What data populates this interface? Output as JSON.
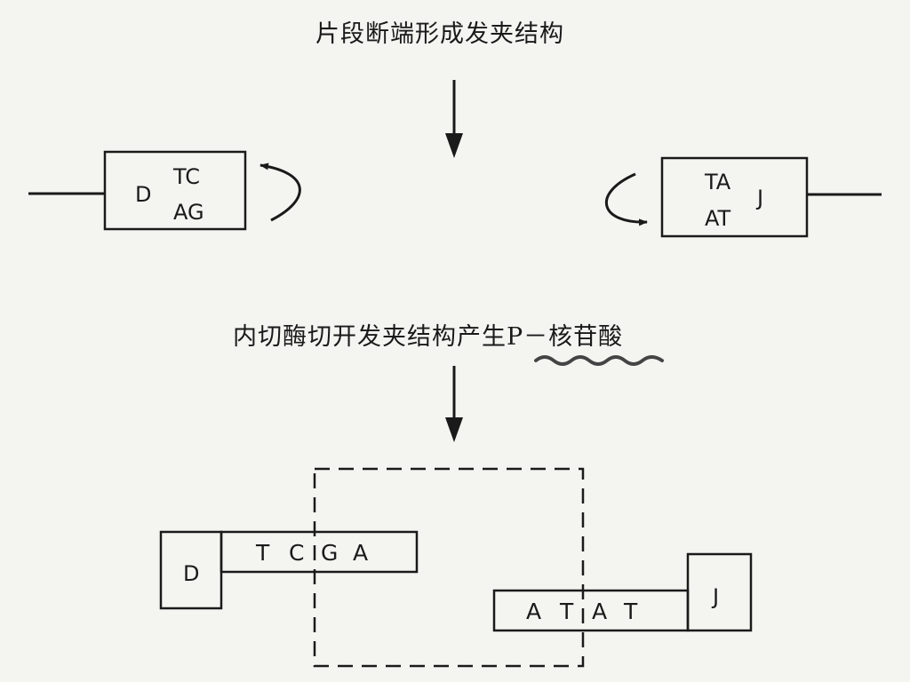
{
  "captions": {
    "step1": "片段断端形成发夹结构",
    "step2": "内切酶切开发夹结构产生P－核苷酸"
  },
  "top_row": {
    "left_box": {
      "label": "D",
      "top_bases": "TC",
      "bottom_bases": "AG"
    },
    "right_box": {
      "label": "J",
      "top_bases": "TA",
      "bottom_bases": "AT"
    }
  },
  "bottom_row": {
    "left_segment": {
      "label": "D",
      "bases": [
        "T",
        "C",
        "G",
        "A"
      ]
    },
    "right_segment": {
      "label": "J",
      "bases": [
        "A",
        "T",
        "A",
        "T"
      ]
    }
  },
  "colors": {
    "ink": "#1a1a1a",
    "underline": "#444444",
    "background": "#f4f4f1"
  }
}
